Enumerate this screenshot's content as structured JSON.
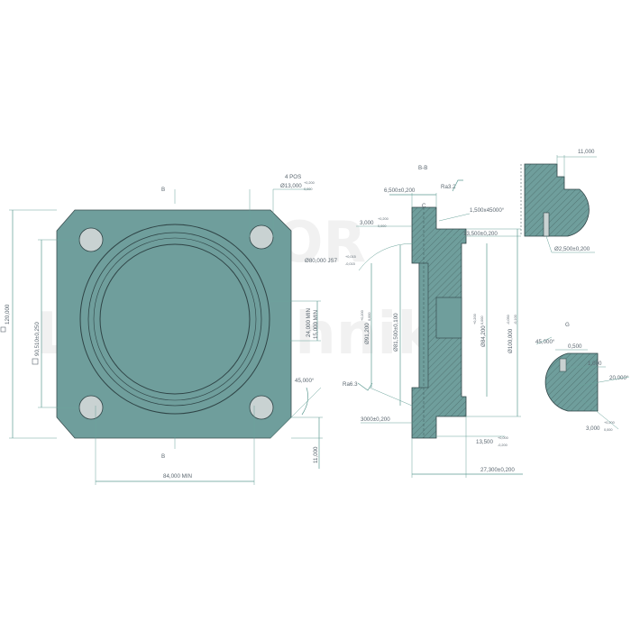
{
  "watermark": {
    "line1": "TRACTOR",
    "line2": "Landtechnik"
  },
  "front_view": {
    "section_mark_top": "B",
    "section_mark_bottom": "B",
    "holes_pos": "4 POS",
    "hole_dia": "Ø13,000",
    "hole_dia_tol_upper": "+0,200",
    "hole_dia_tol_lower": "0,000",
    "square_size": "120,000",
    "bolt_pitch": "90,510±0,250",
    "inner_dim_a": "24,000 MIN",
    "inner_dim_b": "15,000 MIN",
    "angle": "45,000°",
    "height_dim": "11,000",
    "width_min": "84,000 MIN"
  },
  "section_view": {
    "title": "B-B",
    "detail_c": "C",
    "dim_top_width": "6,500±0,200",
    "roughness_top": "Ra3.2",
    "chamfer": "1,500x45000°",
    "dim_groove": "3,000",
    "dim_groove_tol_upper": "+0,200",
    "dim_groove_tol_lower": "0,000",
    "dim_depth": "13,500±0,200",
    "bore_fit": "Ø80,000 JS7",
    "bore_fit_tol_upper": "+0,015",
    "bore_fit_tol_lower": "-0,015",
    "dia_91": "Ø91,200",
    "dia_91_tol_upper": "+0,200",
    "dia_91_tol_lower": "0,000",
    "dia_81": "Ø81,500±0,100",
    "dia_84": "Ø84,200",
    "dia_84_tol_upper": "+0,200",
    "dia_84_tol_lower": "0,000",
    "dia_100": "Ø100,000",
    "dia_100_tol_upper": "-0,050",
    "dia_100_tol_lower": "-0,100",
    "roughness_bottom": "Ra6.3",
    "dim_bottom": "3000±0,200",
    "dim_13_5": "13,500",
    "dim_13_5_tol_upper": "+0,000",
    "dim_13_5_tol_lower": "-0,200",
    "dim_total": "27,300±0,200"
  },
  "detail_c_view": {
    "dim_11": "11,000",
    "dim_hole": "Ø2,500±0,200"
  },
  "detail_g_view": {
    "label": "G",
    "angle": "45,000°",
    "dim_0_5": "0,500",
    "dim_1": "1,000",
    "angle_20": "20,000°",
    "dim_3": "3,000",
    "dim_3_tol_upper": "+0,200",
    "dim_3_tol_lower": "0,000"
  }
}
